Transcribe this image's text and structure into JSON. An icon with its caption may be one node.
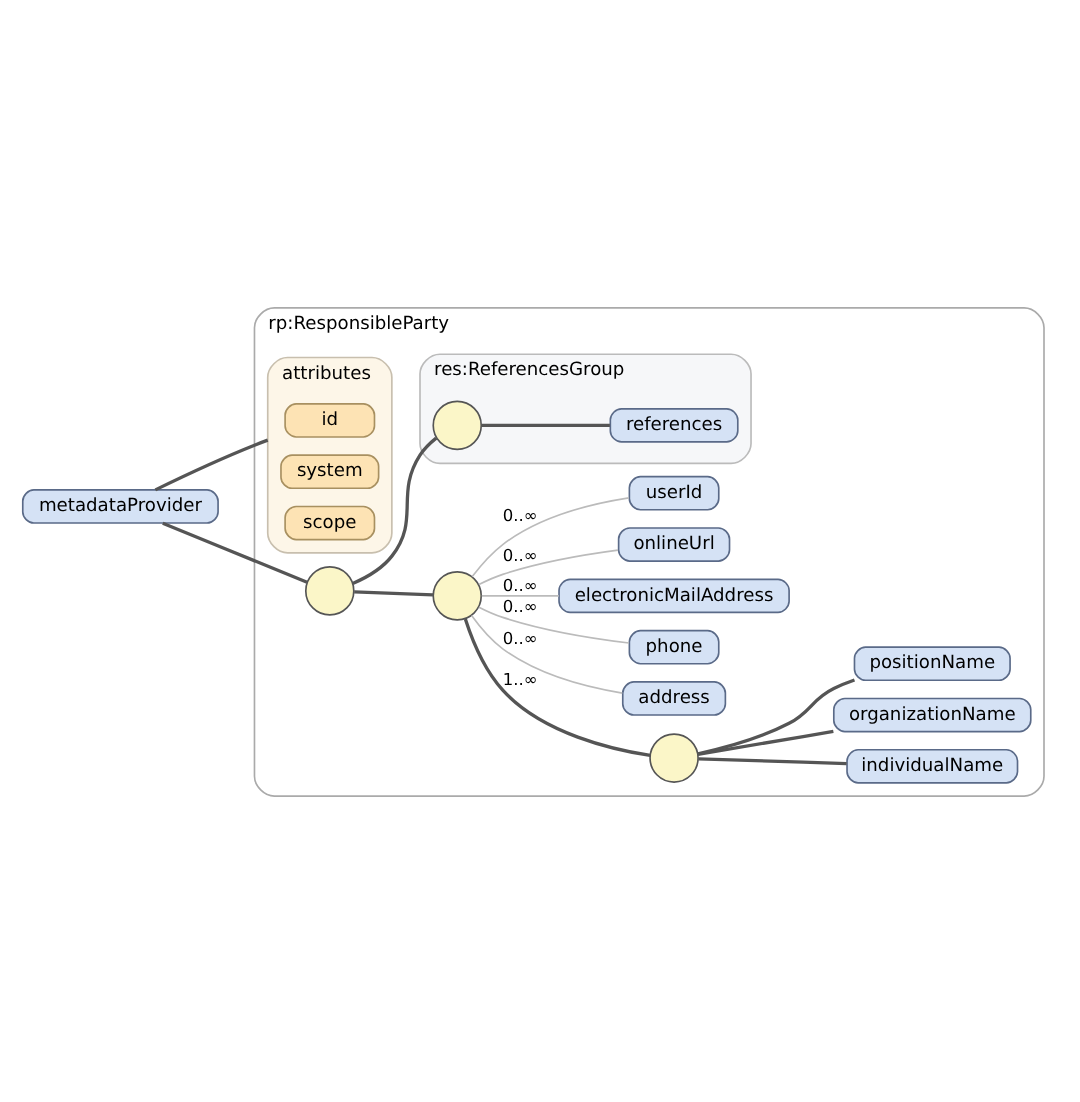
{
  "diagram": {
    "nodes": [
      {
        "text": [
          "metadataProvider"
        ]
      },
      {
        "text": [
          "rp:ResponsibleParty"
        ]
      },
      {
        "text": [
          "attributes"
        ],
        "in": 1
      },
      {
        "text": [
          "id"
        ],
        "in": 2
      },
      {
        "text": [
          "system"
        ],
        "in": 2
      },
      {
        "text": [
          "scope"
        ],
        "in": 2
      },
      {
        "text": [],
        "shape": "circle",
        "in": 1
      },
      {
        "text": [],
        "shape": "circle",
        "in": 1
      },
      {
        "text": [],
        "shape": "circle",
        "in": 1
      },
      {
        "text": [
          "individualName"
        ],
        "in": 1
      },
      {
        "text": [
          "organizationName"
        ],
        "in": 1
      },
      {
        "text": [
          "positionName"
        ],
        "in": 1
      },
      {
        "text": [
          "address"
        ],
        "in": 1
      },
      {
        "text": [
          "phone"
        ],
        "in": 1
      },
      {
        "text": [
          "electronicMailAddress"
        ],
        "in": 1
      },
      {
        "text": [
          "onlineUrl"
        ],
        "in": 1
      },
      {
        "text": [
          "userId"
        ],
        "in": 1
      },
      {
        "text": [
          "res:ReferencesGroup"
        ],
        "in": 1
      },
      {
        "text": [],
        "shape": "circle",
        "in": 17
      },
      {
        "text": [
          "references"
        ],
        "in": 17
      }
    ],
    "edges": [
      {
        "from": 0,
        "to": 2,
        "arrow": "none"
      },
      {
        "from": 0,
        "to": 6,
        "arrow": "none"
      },
      {
        "from": 6,
        "to": 7,
        "arrow": "none"
      },
      {
        "from": 6,
        "to": 18,
        "arrow": "none"
      },
      {
        "from": 7,
        "to": 8,
        "arrow": "none",
        "label": "1..∞"
      },
      {
        "from": 8,
        "to": 9,
        "arrow": "none"
      },
      {
        "from": 8,
        "to": 10,
        "arrow": "none"
      },
      {
        "from": 8,
        "to": 11,
        "arrow": "none"
      },
      {
        "from": 7,
        "to": 12,
        "arrow": "none",
        "label": "0..∞",
        "color": "#bbbbbb"
      },
      {
        "from": 7,
        "to": 13,
        "arrow": "none",
        "label": "0..∞",
        "color": "#bbbbbb"
      },
      {
        "from": 7,
        "to": 14,
        "arrow": "none",
        "label": "0..∞",
        "color": "#bbbbbb"
      },
      {
        "from": 7,
        "to": 15,
        "arrow": "none",
        "label": "0..∞",
        "color": "#bbbbbb"
      },
      {
        "from": 7,
        "to": 16,
        "arrow": "none",
        "label": "0..∞",
        "color": "#bbbbbb"
      },
      {
        "from": 18,
        "to": 19,
        "arrow": "none"
      }
    ]
  }
}
